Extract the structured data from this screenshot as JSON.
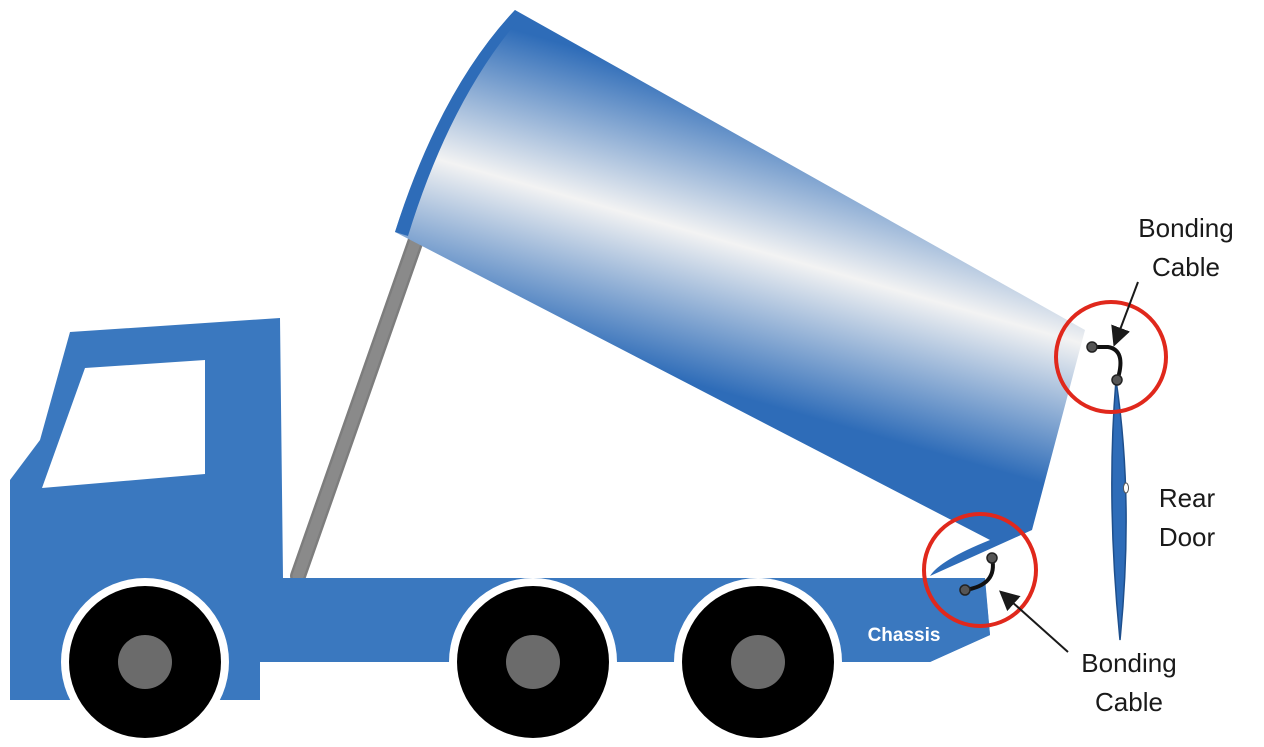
{
  "diagram": {
    "labels": {
      "bonding_cable_top_line1": "Bonding",
      "bonding_cable_top_line2": "Cable",
      "bonding_cable_bottom_line1": "Bonding",
      "bonding_cable_bottom_line2": "Cable",
      "rear_door_line1": "Rear",
      "rear_door_line2": "Door",
      "chassis": "Chassis"
    },
    "colors": {
      "truck_body": "#3a78bf",
      "tank_dark": "#2e6cb8",
      "tank_light": "#f3f3f3",
      "wheel_tire": "#000000",
      "wheel_hub": "#6b6b6b",
      "highlight_circle": "#e0281c",
      "hydraulic_ram": "#a8a8a8"
    }
  }
}
